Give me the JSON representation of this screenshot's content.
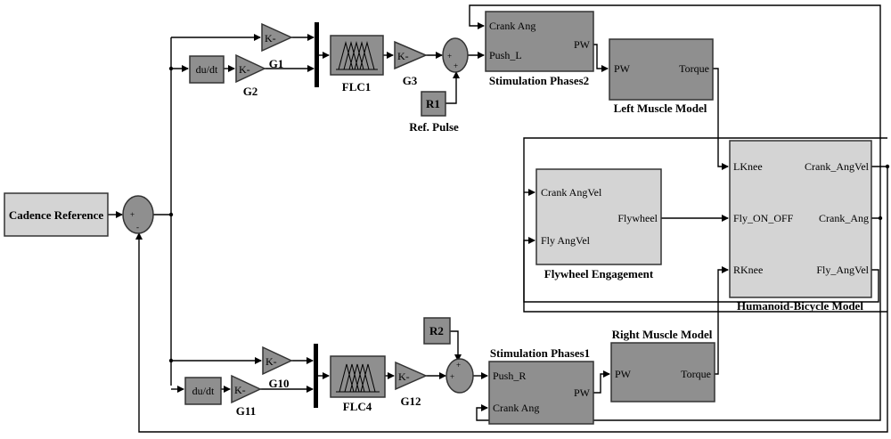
{
  "colors": {
    "block_light": "#d4d4d4",
    "block_dark": "#8f8f8f",
    "wire": "#000000",
    "background": "#ffffff"
  },
  "blocks": {
    "cadence_reference": "Cadence Reference",
    "stim2": {
      "label": "Stimulation Phases2",
      "in1": "Crank Ang",
      "in2": "Push_L",
      "out": "PW"
    },
    "stim1": {
      "label": "Stimulation Phases1",
      "in1": "Push_R",
      "in2": "Crank Ang",
      "out": "PW"
    },
    "left_muscle": {
      "label": "Left Muscle Model",
      "in": "PW",
      "out": "Torque"
    },
    "right_muscle": {
      "label": "Right Muscle Model",
      "in": "PW",
      "out": "Torque"
    },
    "humanoid": {
      "label": "Humanoid-Bicycle Model",
      "in1": "LKnee",
      "in2": "Fly_ON_OFF",
      "in3": "RKnee",
      "out1": "Crank_AngVel",
      "out2": "Crank_Ang",
      "out3": "Fly_AngVel"
    },
    "flywheel": {
      "label": "Flywheel Engagement",
      "in1": "Crank AngVel",
      "in2": "Fly AngVel",
      "out": "Flywheel"
    },
    "r1": {
      "text": "R1",
      "label": "Ref. Pulse"
    },
    "r2": {
      "text": "R2"
    },
    "du_top": "du/dt",
    "du_bot": "du/dt",
    "flc1": "FLC1",
    "flc4": "FLC4",
    "gain_text": "K-",
    "gains": {
      "g1": "G1",
      "g2": "G2",
      "g3": "G3",
      "g10": "G10",
      "g11": "G11",
      "g12": "G12"
    },
    "sum_signs": {
      "plus": "+",
      "minus": "-"
    }
  }
}
